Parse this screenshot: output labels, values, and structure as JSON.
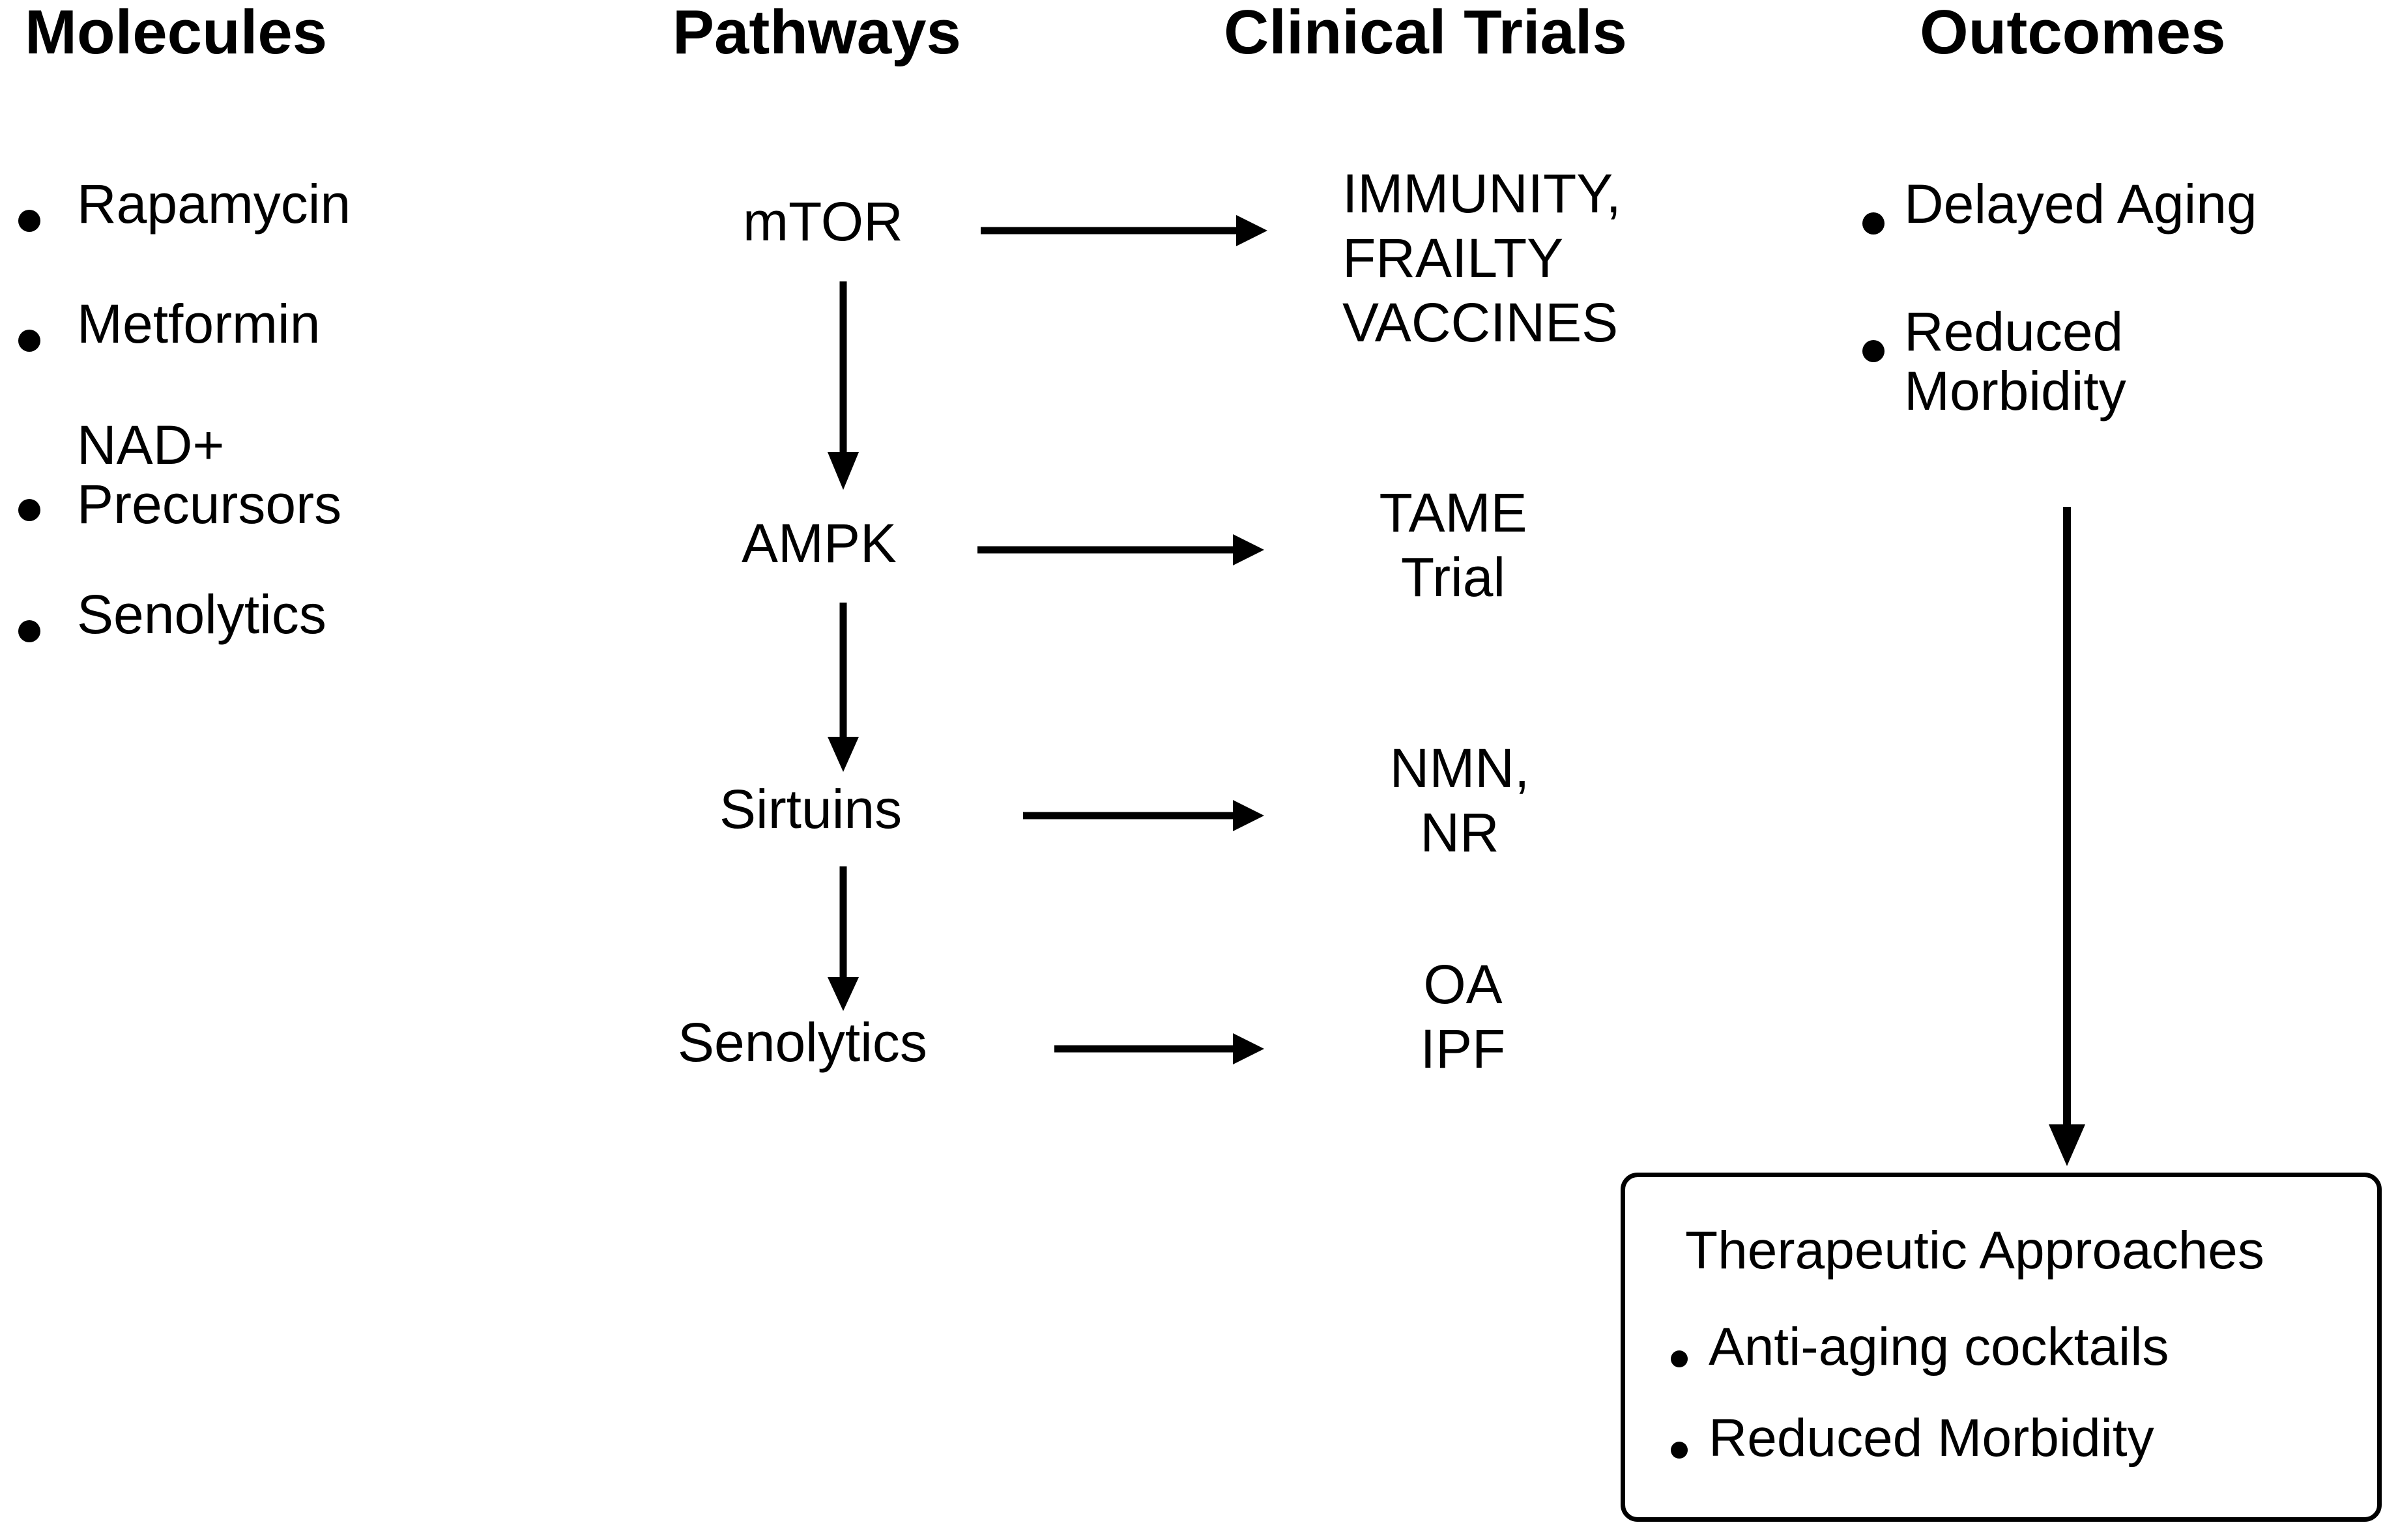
{
  "figure": {
    "type": "flow-diagram",
    "background_color": "#ffffff",
    "line_color": "#000000"
  },
  "columns": {
    "molecules": {
      "header": "Molecules",
      "items": [
        "Rapamycin",
        "Metformin",
        "NAD+\nPrecursors",
        "Senolytics"
      ]
    },
    "pathways": {
      "header": "Pathways",
      "nodes": [
        "mTOR",
        "AMPK",
        "Sirtuins",
        "Senolytics"
      ]
    },
    "clinical_trials": {
      "header": "Clinical Trials",
      "entries": [
        "IMMUNITY,\nFRAILTY\nVACCINES",
        "TAME\nTrial",
        "NMN,\nNR",
        "OA\nIPF"
      ]
    },
    "outcomes": {
      "header": "Outcomes",
      "items": [
        "Delayed Aging",
        "Reduced\nMorbidity"
      ]
    }
  },
  "therapeutic_box": {
    "title": "Therapeutic Approaches",
    "items": [
      "Anti-aging cocktails",
      "Reduced Morbidity"
    ]
  },
  "connections": {
    "horizontal": [
      {
        "from": "mTOR",
        "to": "IMMUNITY, FRAILTY VACCINES"
      },
      {
        "from": "AMPK",
        "to": "TAME Trial"
      },
      {
        "from": "Sirtuins",
        "to": "NMN, NR"
      },
      {
        "from": "Senolytics",
        "to": "OA IPF"
      }
    ],
    "vertical": [
      {
        "from": "mTOR",
        "to": "AMPK"
      },
      {
        "from": "AMPK",
        "to": "Sirtuins"
      },
      {
        "from": "Sirtuins",
        "to": "Senolytics"
      },
      {
        "from": "Outcomes",
        "to": "Therapeutic Approaches"
      }
    ]
  }
}
